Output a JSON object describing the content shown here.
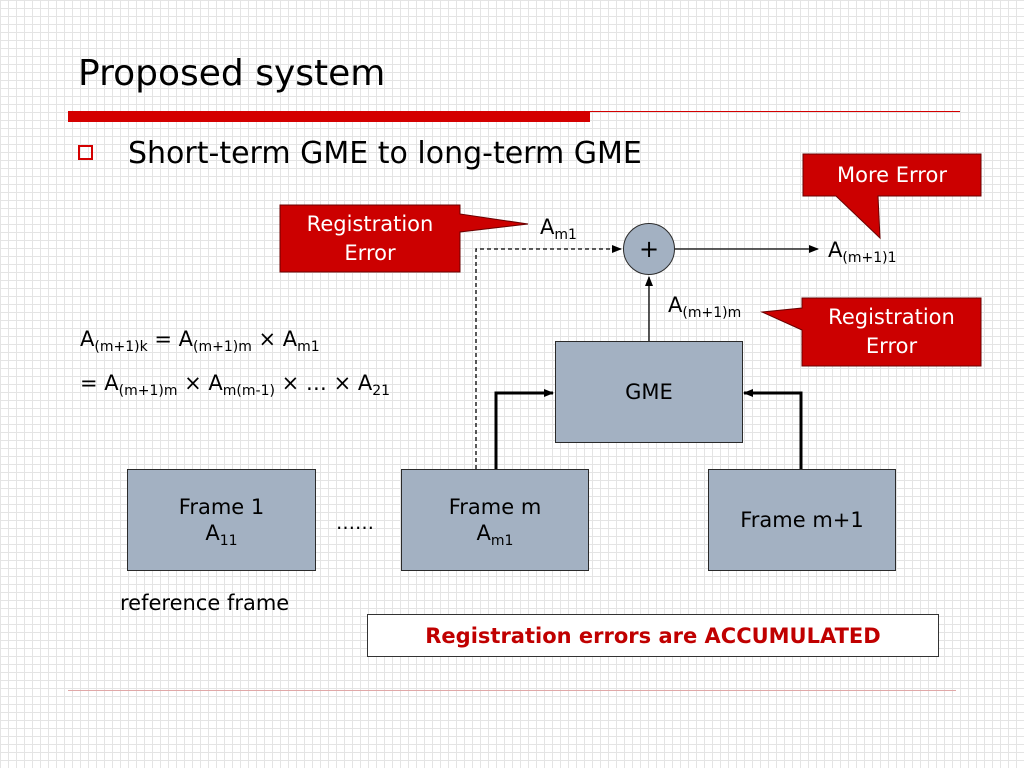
{
  "slide": {
    "title": "Proposed system",
    "bullet": "Short-term GME to long-term GME"
  },
  "callouts": {
    "registration_error_left": [
      "Registration",
      "Error"
    ],
    "more_error": "More Error",
    "registration_error_right": [
      "Registration",
      "Error"
    ]
  },
  "nodes": {
    "plus": "+",
    "gme": "GME",
    "frame1": {
      "name": "Frame 1",
      "var": "A",
      "sub": "11"
    },
    "frame_m": {
      "name": "Frame m",
      "var": "A",
      "sub": "m1"
    },
    "frame_m1": {
      "name": "Frame m+1"
    }
  },
  "labels": {
    "a_m1": {
      "var": "A",
      "sub": "m1"
    },
    "a_out": {
      "var": "A",
      "sub": "(m+1)1"
    },
    "a_gme": {
      "var": "A",
      "sub": "(m+1)m"
    },
    "dots": "……",
    "reference_frame": "reference frame"
  },
  "formula": {
    "line1": [
      {
        "t": "A"
      },
      {
        "s": "(m+1)k"
      },
      {
        "t": " = A"
      },
      {
        "s": "(m+1)m"
      },
      {
        "t": " × A"
      },
      {
        "s": "m1"
      }
    ],
    "line2": [
      {
        "t": "= A"
      },
      {
        "s": "(m+1)m"
      },
      {
        "t": " × A"
      },
      {
        "s": "m(m-1)"
      },
      {
        "t": " × … × A"
      },
      {
        "s": "21"
      }
    ]
  },
  "note": "Registration errors are ACCUMULATED",
  "colors": {
    "accent": "#d40000",
    "callout_fill": "#cc0000",
    "box_fill": "#a3b1c2",
    "note_text": "#c00000"
  }
}
